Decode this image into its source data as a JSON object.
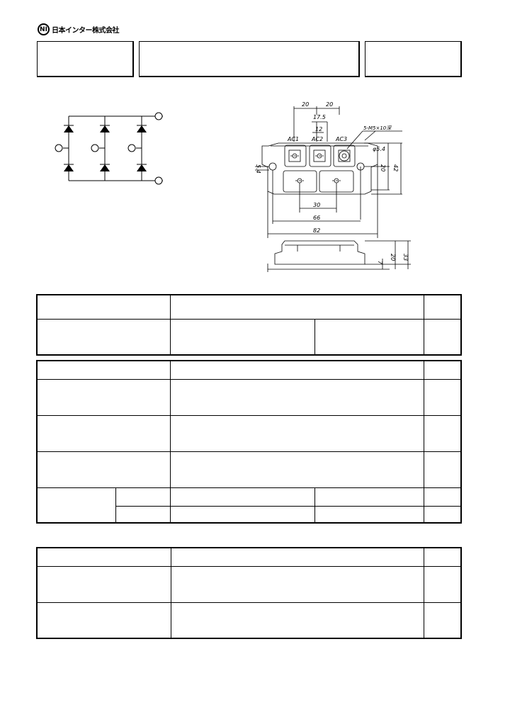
{
  "header": {
    "logo_mark": "NI",
    "company_name": "日本インター株式会社"
  },
  "outline": {
    "dims": {
      "d20a": "20",
      "d20b": "20",
      "d17_5": "17.5",
      "d12": "12",
      "screw": "5-M5×10深",
      "hole": "φ5.4",
      "d54": "5.4",
      "d20c": "20",
      "d42": "42",
      "d30": "30",
      "d66": "66",
      "d82": "82",
      "d20d": "20",
      "d33": "33",
      "d7": "7"
    },
    "terminals": {
      "ac1": "AC1",
      "ac2": "AC2",
      "ac3": "AC3"
    }
  }
}
